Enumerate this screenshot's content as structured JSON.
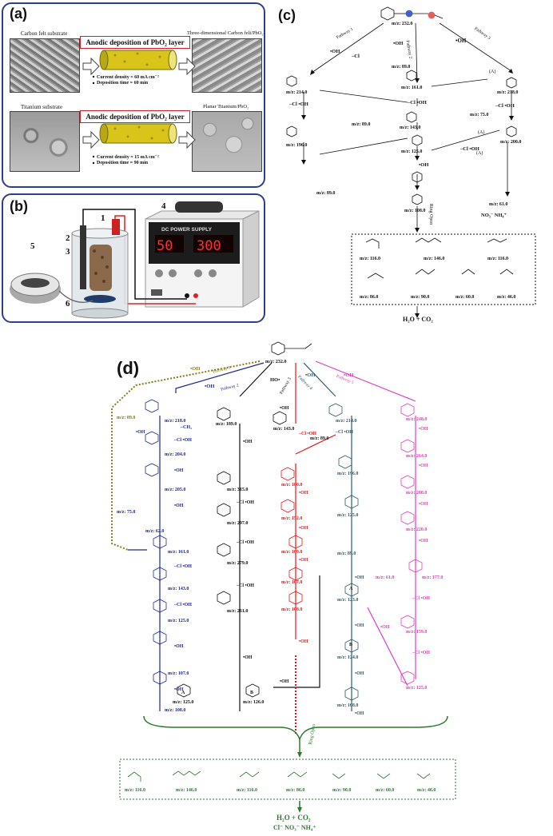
{
  "panel_a": {
    "label": "(a)",
    "carbon_substrate": "Carbon felt substrate",
    "carbon_product": "Three-dimensional  Carbon felt/PbO₂",
    "deposition_title_1": "Anodic deposition of PbO₂ layer",
    "cond1_current": "Current  density = 60 mA cm⁻²",
    "cond1_time": "Deposition time = 60 min",
    "ti_substrate": "Titanium  substrate",
    "ti_product": "Planar  Titanium/PbO₂",
    "deposition_title_2": "Anodic deposition of PbO₂ layer",
    "cond2_current": "Current  density = 15 mA cm⁻²",
    "cond2_time": "Deposition time = 90 min"
  },
  "panel_b": {
    "label": "(b)",
    "numbers": [
      "1",
      "2",
      "3",
      "4",
      "5",
      "6"
    ],
    "supply_text": "DC POWER SUPPLY",
    "display_left": "50",
    "display_right": "300"
  },
  "panel_c": {
    "label": "(c)",
    "top_mz": "m/z: 232.0",
    "pathway1": "Pathway 1",
    "pathway2": "Pathway 2",
    "pathway3": "Pathway 3",
    "oh": "•OH",
    "minus_cl": "–Cl",
    "minus_cl_oh": "–Cl •OH",
    "mz_list": [
      "m/z: 214.0",
      "m/z: 89.0",
      "m/z: 161.0",
      "m/z: 218.0",
      "m/z: 89.0",
      "m/z: 143.0",
      "m/z: 75.0",
      "m/z: 196.0",
      "m/z: 125.0",
      "m/z: 200.0",
      "m/z: 89.0",
      "m/z: 108.0",
      "m/z: 61.0"
    ],
    "label_A": "(A)",
    "ring_open": "Ring Open",
    "end_ions": "NO₃⁻  NH₄⁺",
    "products_mz": [
      "m/z: 116.0",
      "m/z: 146.0",
      "m/z: 116.0",
      "m/z: 86.0",
      "m/z: 90.0",
      "m/z: 60.0",
      "m/z: 46.0"
    ],
    "final": "H₂O + CO₂"
  },
  "panel_d": {
    "label": "(d)",
    "top_mz": "m/z: 232.0",
    "pathways": [
      "Pathway 1",
      "Pathway 2",
      "Pathway 3",
      "Pathway 4",
      "Pathway 5"
    ],
    "oh": "•OH",
    "ho_dot": "HO•",
    "minus_cl_oh": "–Cl •OH",
    "minus_ch3": "–CH₃",
    "left_col_mz": [
      "m/z: 89.0",
      "m/z: 218.0",
      "m/z: 204.0",
      "m/z: 205.0",
      "m/z: 75.0",
      "m/z: 62.0",
      "m/z: 161.0",
      "m/z: 143.0",
      "m/z: 125.0",
      "m/z: 107.0",
      "m/z: 108.0"
    ],
    "mid_col_mz": [
      "m/z: 189.0",
      "m/z: 143.0",
      "m/z: 89.0",
      "m/z: 315.0",
      "m/z: 297.0",
      "m/z: 279.0",
      "m/z: 261.0",
      "m/z: 125.0",
      "m/z: 126.0"
    ],
    "red_col_mz": [
      "m/z: 180.0",
      "m/z: 152.0",
      "m/z: 109.0",
      "m/z: 107.0",
      "m/z: 108.0"
    ],
    "teal_col_mz": [
      "m/z: 214.0",
      "m/z: 196.0",
      "m/z: 125.0",
      "m/z: 89.0",
      "m/z: 123.0",
      "m/z: 124.0",
      "m/z: 108.0"
    ],
    "pink_col_mz": [
      "m/z: 248.0",
      "m/z: 264.0",
      "m/z: 280.0",
      "m/z: 220.0",
      "m/z: 61.0",
      "m/z: 177.0",
      "m/z: 159.0",
      "m/z: 125.0"
    ],
    "label_A": "A",
    "label_B": "B",
    "ring_open": "Ring Open",
    "products_mz": [
      "m/z: 116.0",
      "m/z: 146.0",
      "m/z: 116.0",
      "m/z: 86.0",
      "m/z: 90.0",
      "m/z: 60.0",
      "m/z: 46.0"
    ],
    "final": "H₂O + CO₂",
    "end_ions": "Cl⁻  NO₃⁻  NH₄⁺"
  },
  "colors": {
    "frame": "#2d3f8a",
    "pathway_olive": "#8a7a16",
    "pathway_blue": "#1b2a8f",
    "pathway_red": "#e01919",
    "pathway_teal": "#2e5b6b",
    "pathway_pink": "#e040c0",
    "final_green": "#2c7a2c"
  }
}
